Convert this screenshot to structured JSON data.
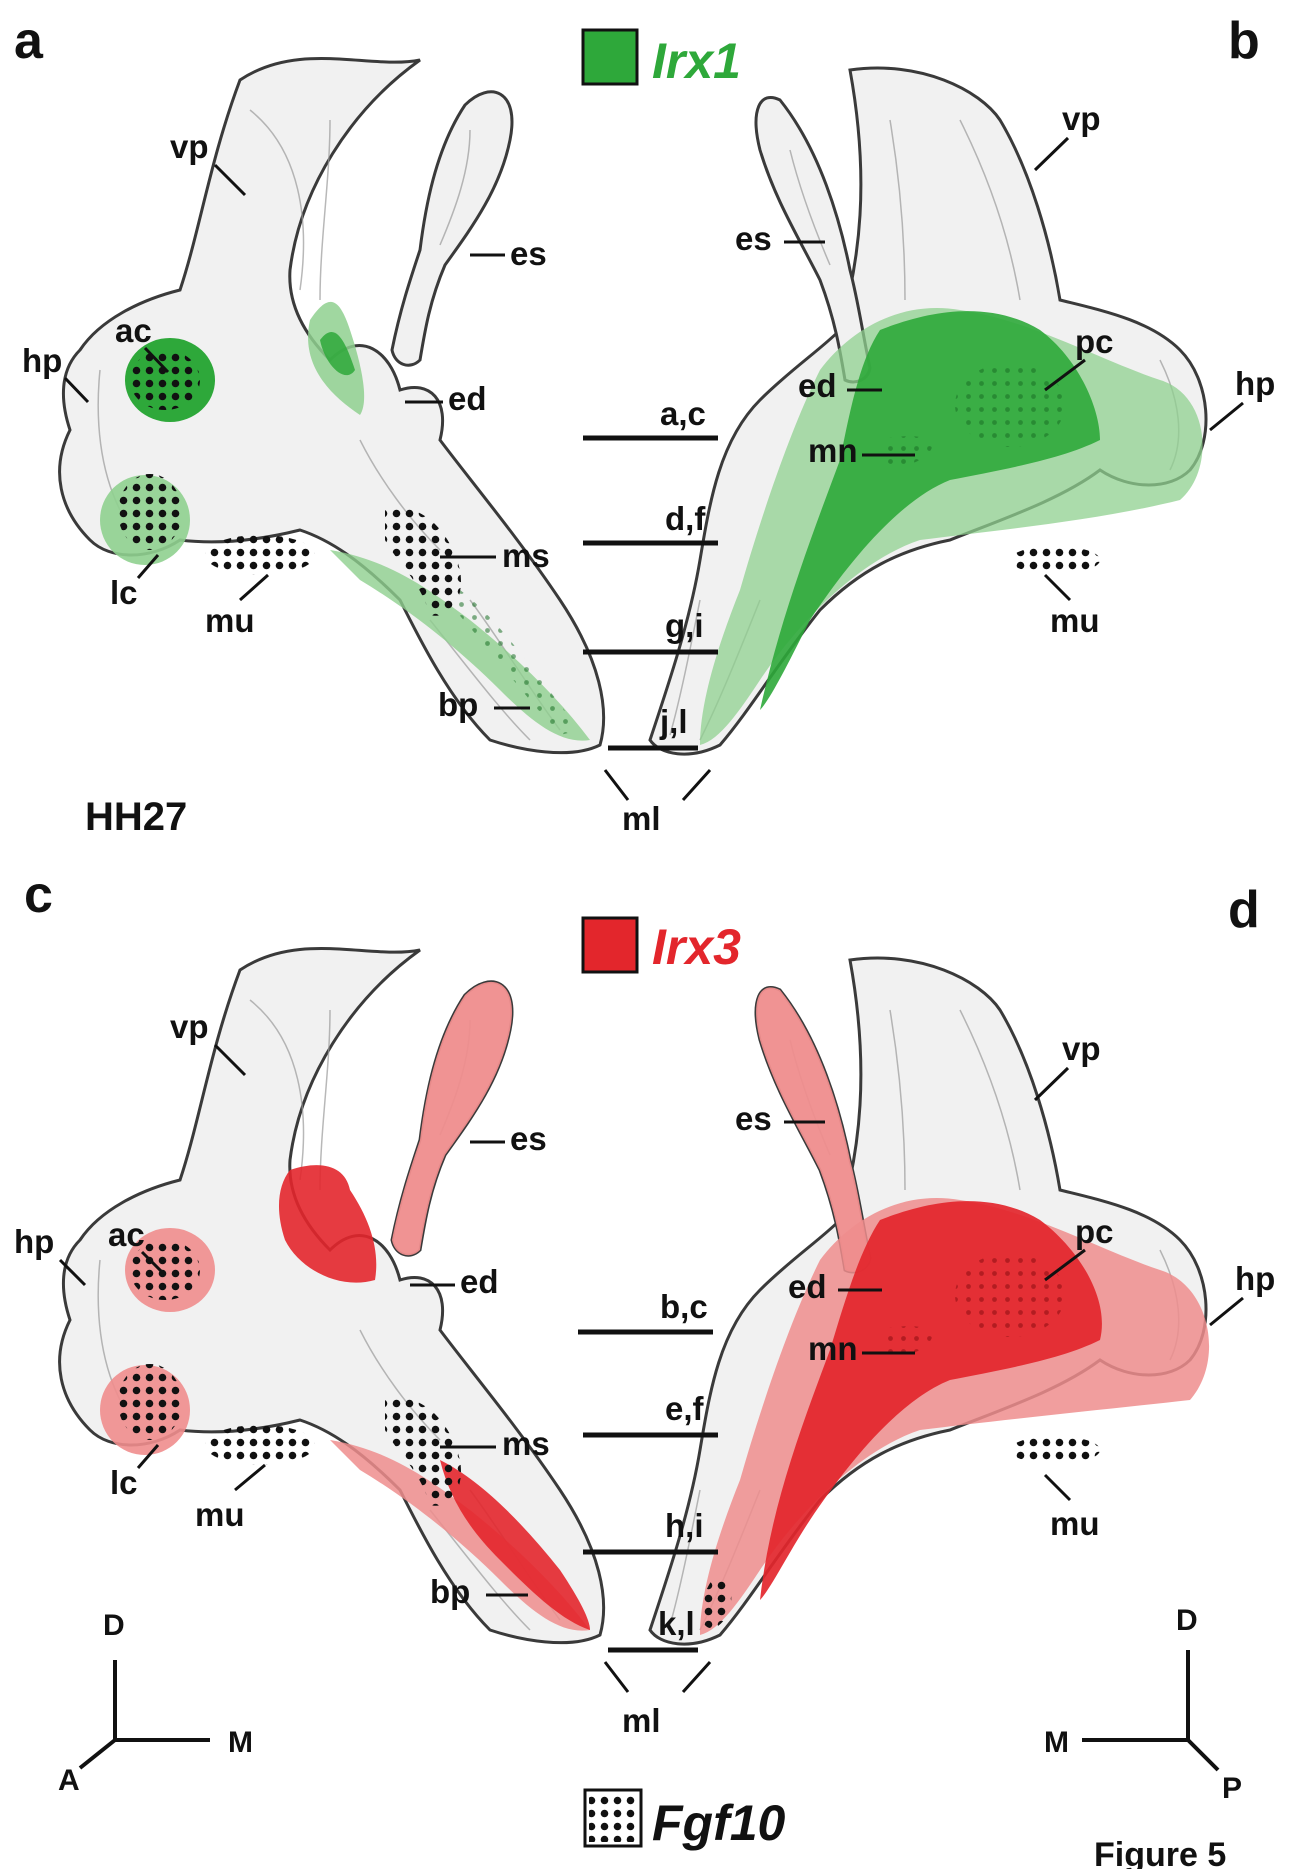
{
  "panels": {
    "a": "a",
    "b": "b",
    "c": "c",
    "d": "d"
  },
  "legend": {
    "gene1": {
      "name": "Irx1",
      "color": "#2ea83a"
    },
    "gene2": {
      "name": "Irx3",
      "color": "#e3262c"
    },
    "gene3": {
      "name": "Fgf10"
    }
  },
  "stage": "HH27",
  "labels": {
    "vp": "vp",
    "es": "es",
    "ac": "ac",
    "hp": "hp",
    "ed": "ed",
    "lc": "lc",
    "mu": "mu",
    "ms": "ms",
    "bp": "bp",
    "ml": "ml",
    "pc": "pc",
    "mn": "mn"
  },
  "section_labels_top": [
    "a,c",
    "d,f",
    "g,i",
    "j,l"
  ],
  "section_labels_bottom": [
    "b,c",
    "e,f",
    "h,i",
    "k,l"
  ],
  "axes_left": {
    "up": "D",
    "right": "M",
    "down": "A"
  },
  "axes_right": {
    "up": "D",
    "left": "M",
    "down": "P"
  },
  "figure_caption": "Figure 5",
  "colors": {
    "green_light": "#8fd08f",
    "green_dark": "#2ea83a",
    "red_light": "#ef8d8d",
    "red_dark": "#e3262c",
    "bone": "#f1f1f1"
  }
}
